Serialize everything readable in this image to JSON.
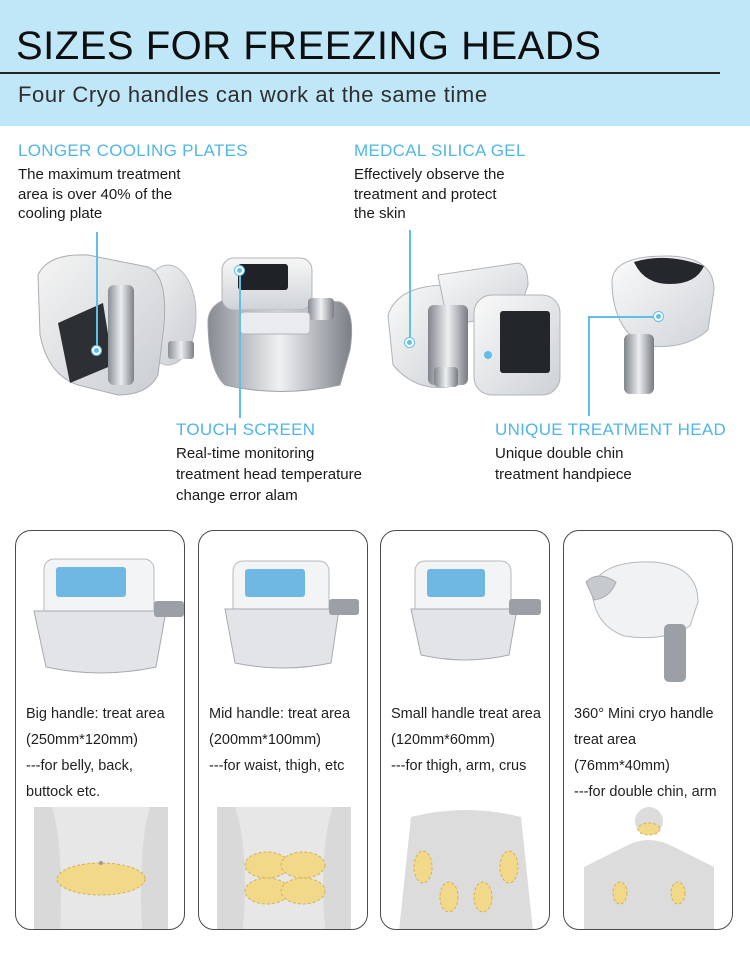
{
  "header": {
    "title": "SIZES FOR FREEZING HEADS",
    "subtitle": "Four Cryo handles can work at the same time"
  },
  "features": [
    {
      "title": "LONGER COOLING PLATES",
      "lines": [
        "The maximum treatment",
        "area is over 40% of the",
        "cooling plate"
      ]
    },
    {
      "title": "MEDCAL SILICA GEL",
      "lines": [
        "Effectively observe the",
        "treatment and protect",
        "the skin"
      ]
    },
    {
      "title": "TOUCH SCREEN",
      "lines": [
        "Real-time monitoring",
        "treatment head temperature",
        "change error alam"
      ]
    },
    {
      "title": "UNIQUE TREATMENT HEAD",
      "lines": [
        "Unique double chin",
        "treatment handpiece"
      ]
    }
  ],
  "handles": [
    {
      "lines": [
        "Big handle: treat area",
        "(250mm*120mm)",
        "---for belly, back,",
        " buttock etc."
      ]
    },
    {
      "lines": [
        "Mid  handle: treat area",
        "(200mm*100mm)",
        "---for waist, thigh, etc"
      ]
    },
    {
      "lines": [
        "Small handle treat area",
        "(120mm*60mm)",
        "---for thigh, arm, crus"
      ]
    },
    {
      "lines": [
        "360° Mini cryo handle",
        "treat area",
        "(76mm*40mm)",
        "---for double chin, arm"
      ]
    }
  ],
  "colors": {
    "header_bg": "#bfe7f8",
    "accent": "#4fb6e6",
    "zone": "#f2d98a"
  }
}
